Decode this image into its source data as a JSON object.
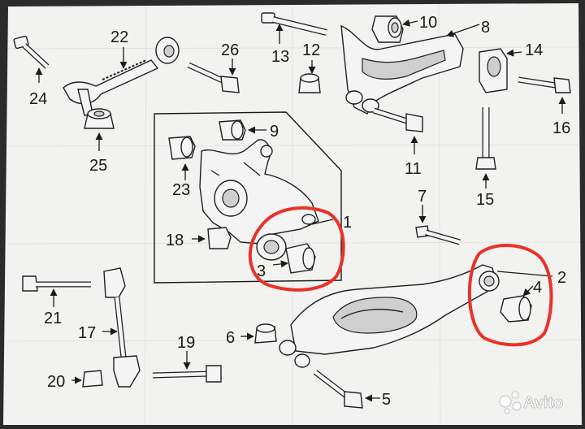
{
  "colors": {
    "paper": "#f2f2f0",
    "ink": "#1a1a1a",
    "highlight": "#e8322a",
    "background": "#2b2b2b"
  },
  "callouts": [
    "1",
    "2",
    "3",
    "4",
    "5",
    "6",
    "7",
    "8",
    "9",
    "10",
    "11",
    "12",
    "13",
    "14",
    "15",
    "16",
    "17",
    "18",
    "19",
    "20",
    "21",
    "22",
    "23",
    "24",
    "25",
    "26"
  ],
  "watermark": {
    "brand": "Avito",
    "icon": "avito-dots-icon"
  },
  "highlights": [
    "3",
    "4"
  ]
}
